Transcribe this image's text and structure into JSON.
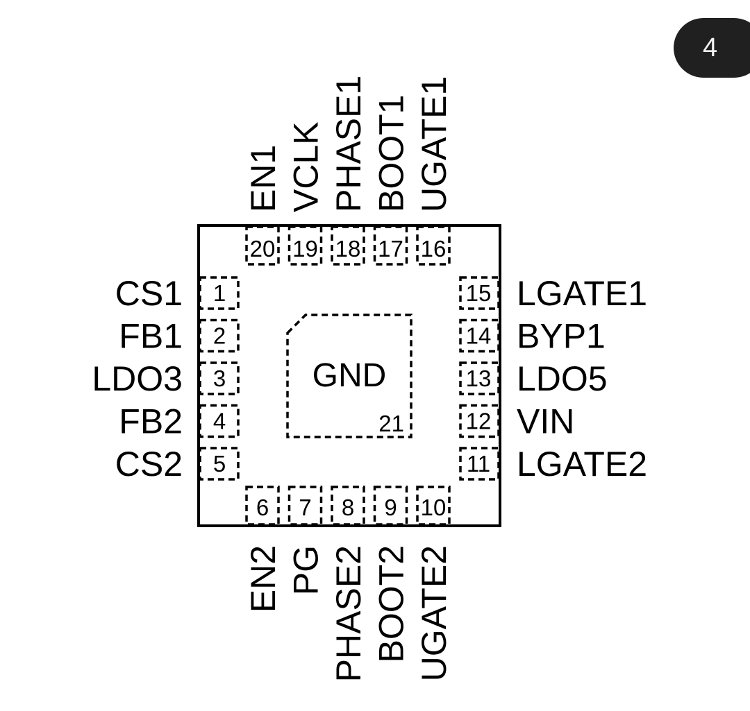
{
  "page_badge": "4",
  "package": {
    "exposed_pad": {
      "label": "GND",
      "number": "21"
    },
    "pins_left": [
      {
        "number": "1",
        "name": "CS1"
      },
      {
        "number": "2",
        "name": "FB1"
      },
      {
        "number": "3",
        "name": "LDO3"
      },
      {
        "number": "4",
        "name": "FB2"
      },
      {
        "number": "5",
        "name": "CS2"
      }
    ],
    "pins_bottom": [
      {
        "number": "6",
        "name": "EN2"
      },
      {
        "number": "7",
        "name": "PG"
      },
      {
        "number": "8",
        "name": "PHASE2"
      },
      {
        "number": "9",
        "name": "BOOT2"
      },
      {
        "number": "10",
        "name": "UGATE2"
      }
    ],
    "pins_right": [
      {
        "number": "11",
        "name": "LGATE2"
      },
      {
        "number": "12",
        "name": "VIN"
      },
      {
        "number": "13",
        "name": "LDO5"
      },
      {
        "number": "14",
        "name": "BYP1"
      },
      {
        "number": "15",
        "name": "LGATE1"
      }
    ],
    "pins_top": [
      {
        "number": "16",
        "name": "UGATE1"
      },
      {
        "number": "17",
        "name": "BOOT1"
      },
      {
        "number": "18",
        "name": "PHASE1"
      },
      {
        "number": "19",
        "name": "VCLK"
      },
      {
        "number": "20",
        "name": "EN1"
      }
    ]
  }
}
